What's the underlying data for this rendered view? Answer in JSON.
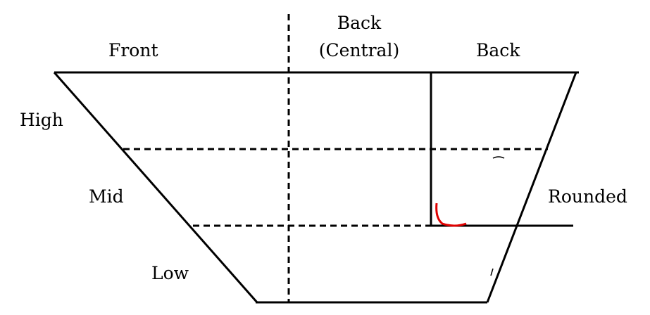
{
  "labels": {
    "front": "Front",
    "back_central_line1": "Back",
    "back_central_line2": "(Central)",
    "back": "Back",
    "high": "High",
    "mid": "Mid",
    "low": "Low",
    "rounded": "Rounded"
  },
  "colors": {
    "line": "#000000",
    "mark": "#e00000",
    "background": "#ffffff"
  }
}
